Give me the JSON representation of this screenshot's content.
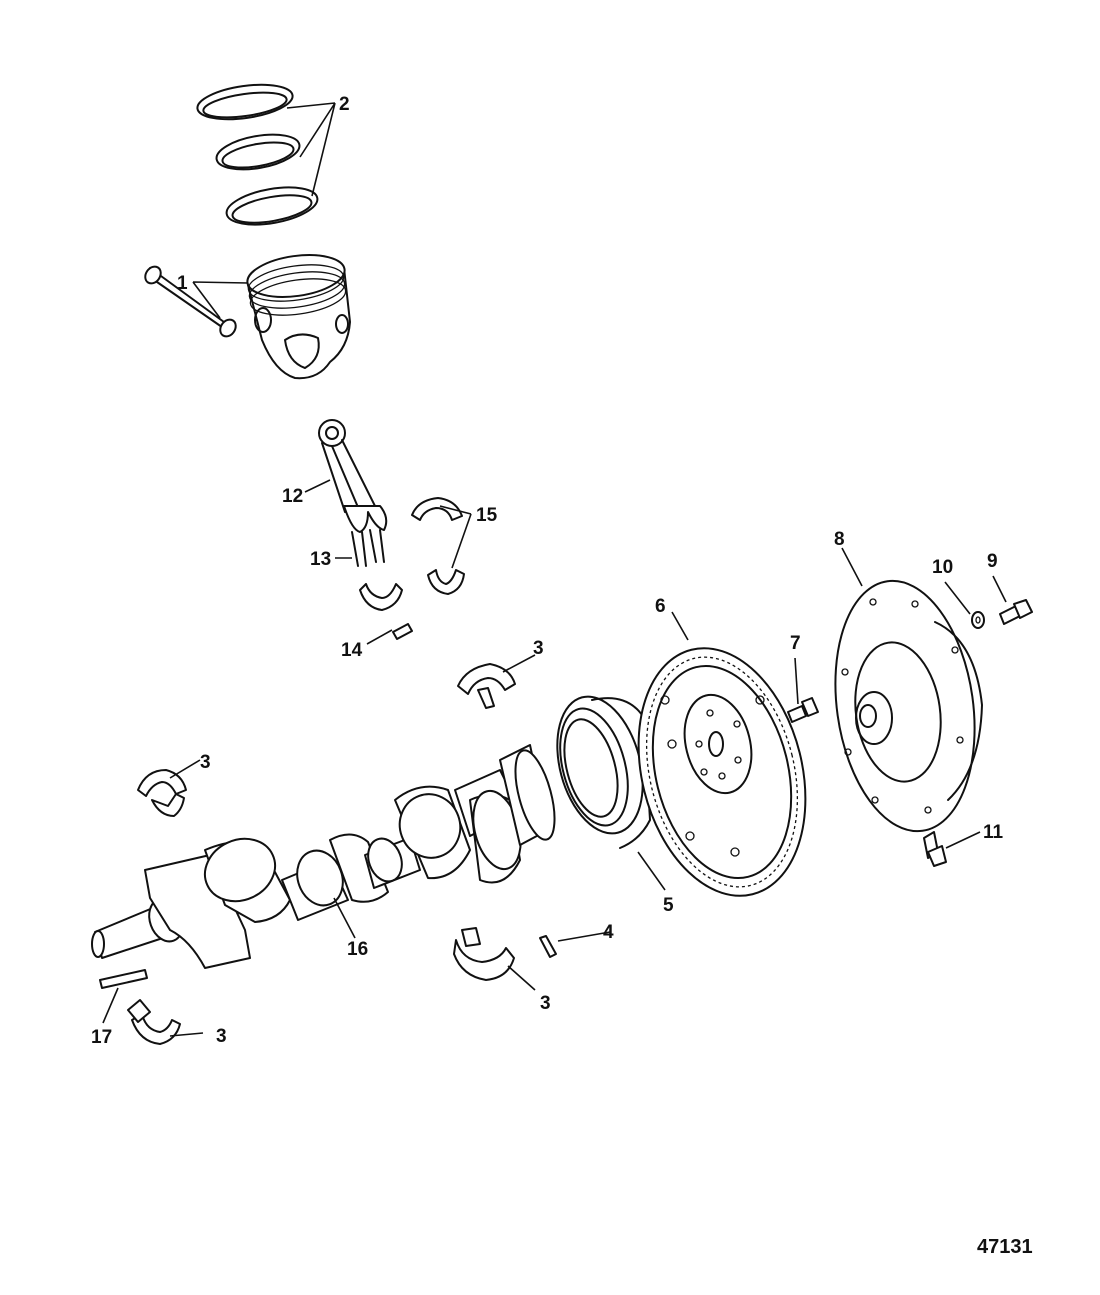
{
  "figure_id": "47131",
  "callouts": {
    "c1": "1",
    "c2": "2",
    "c3a": "3",
    "c3b": "3",
    "c3c": "3",
    "c3d": "3",
    "c4": "4",
    "c5": "5",
    "c6": "6",
    "c7": "7",
    "c8": "8",
    "c9": "9",
    "c10": "10",
    "c11": "11",
    "c12": "12",
    "c13": "13",
    "c14": "14",
    "c15": "15",
    "c16": "16",
    "c17": "17"
  }
}
